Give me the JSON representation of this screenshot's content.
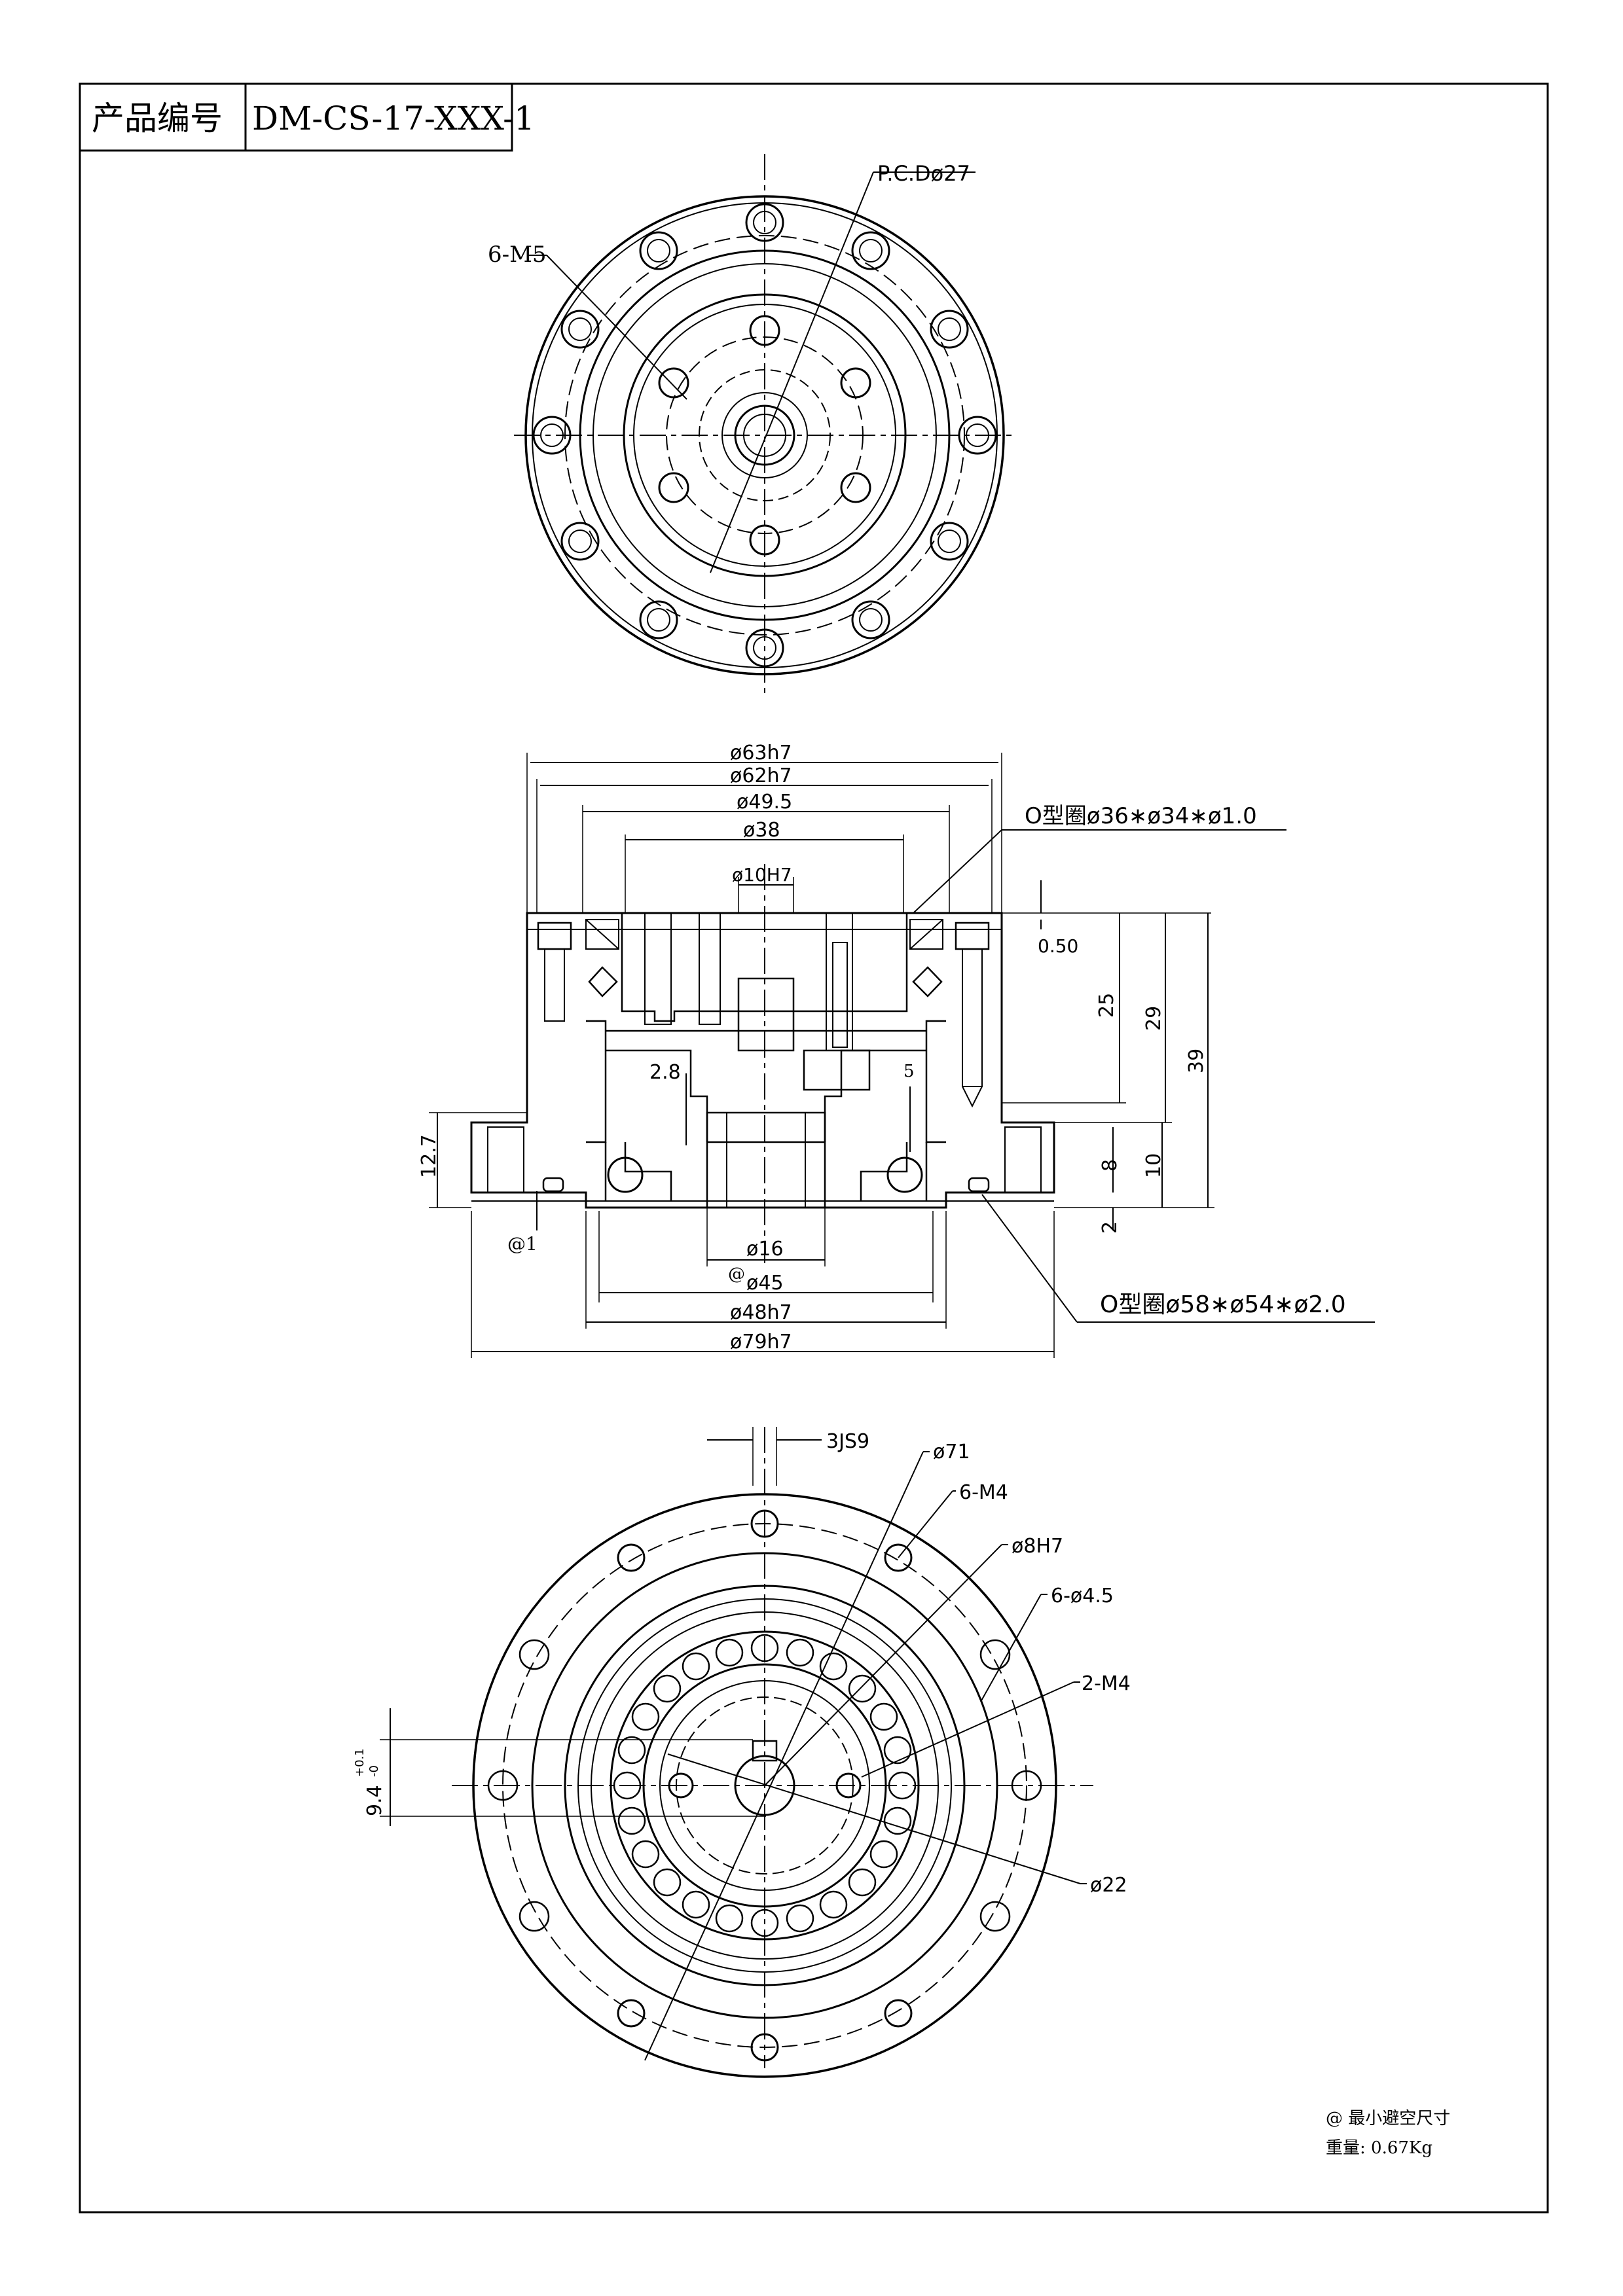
{
  "title_block": {
    "label": "产品编号",
    "code": "DM-CS-17-XXX-1"
  },
  "top_view": {
    "pcd": "P.C.Dø27",
    "bolt": "6-M5"
  },
  "section_view": {
    "d_outer_h": "ø63h7",
    "d_outer_h2": "ø62h7",
    "d_49": "ø49.5",
    "d_38": "ø38",
    "d_10": "ø10H7",
    "oring_top": "O型圈ø36∗ø34∗ø1.0",
    "gap_050": "0.50",
    "h25": "25",
    "h29": "29",
    "h39": "39",
    "d28": "2.8",
    "d5": "5",
    "h127": "12.7",
    "h8": "8",
    "h10": "10",
    "h2": "2",
    "at1": "@1",
    "d16": "ø16",
    "at_mark": "@",
    "d45": "ø45",
    "d48": "ø48h7",
    "d79": "ø79h7",
    "oring_bottom": "O型圈ø58∗ø54∗ø2.0"
  },
  "bottom_view": {
    "key": "3JS9",
    "d71": "ø71",
    "m4": "6-M4",
    "d8": "ø8H7",
    "d45holes": "6-ø4.5",
    "m4b": "2-M4",
    "d22": "ø22",
    "dim94": "9.4",
    "tol_up": "+0.1",
    "tol_dn": "-0"
  },
  "notes": {
    "note1": "@ 最小避空尺寸",
    "note2": "重量: 0.67Kg"
  }
}
